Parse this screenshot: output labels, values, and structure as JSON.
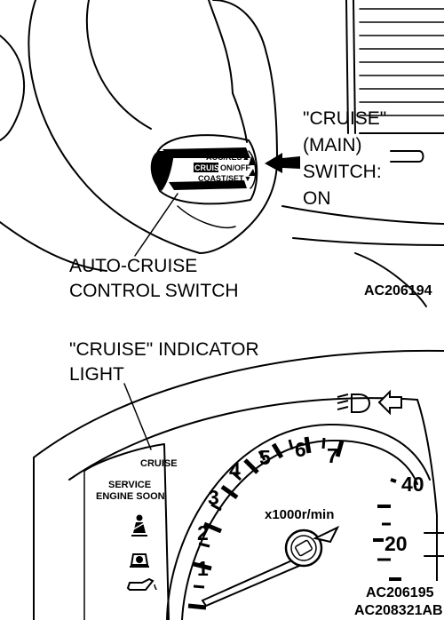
{
  "top_panel": {
    "switch_labels": {
      "acc_res": "ACC/RES▲",
      "cruise_box": "CRUISE",
      "on_off": "ON/OFF",
      "coast_set": "COAST/SET▼"
    },
    "callout_main_switch": [
      "\"CRUISE\"",
      "(MAIN)",
      "SWITCH:",
      "ON"
    ],
    "callout_control_switch": [
      "AUTO-CRUISE",
      "CONTROL SWITCH"
    ],
    "figure_code": "AC206194"
  },
  "bottom_panel": {
    "callout_indicator": [
      "\"CRUISE\" INDICATOR",
      "LIGHT"
    ],
    "cruise_lamp": "CRUISE",
    "service_lamp": [
      "SERVICE",
      "ENGINE SOON"
    ],
    "tach_numbers": [
      "1",
      "2",
      "3",
      "4",
      "5",
      "6",
      "7"
    ],
    "tach_unit": "x1000r/min",
    "speedo_numbers": [
      "40",
      "20"
    ],
    "figure_codes": [
      "AC206195",
      "AC208321AB"
    ]
  },
  "icons": [
    "headlamp-icon",
    "turn-signal-arrow-icon",
    "seatbelt-icon",
    "airbag-icon",
    "oil-can-icon"
  ]
}
